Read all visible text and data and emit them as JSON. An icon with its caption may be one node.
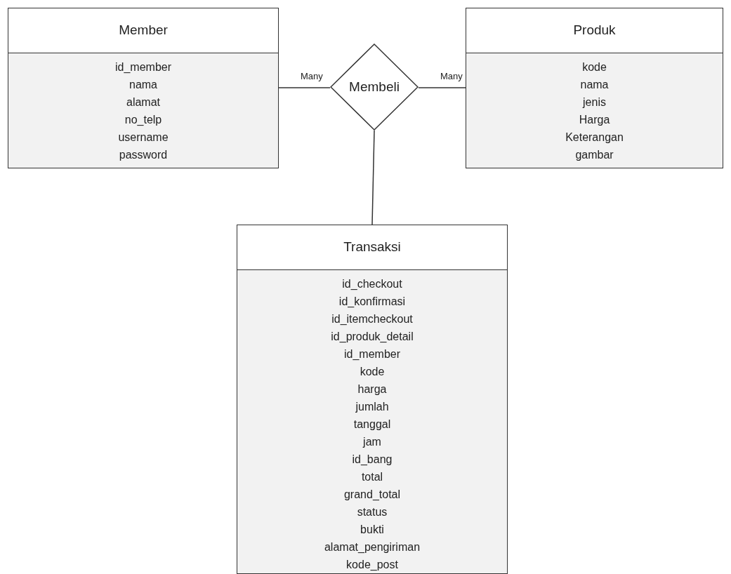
{
  "diagram": {
    "nodes": [
      {
        "text": [
          "Member",
          "id_member",
          "nama",
          "alamat",
          "no_telp",
          "username",
          "password"
        ]
      },
      {
        "text": [
          "Membeli"
        ]
      },
      {
        "text": [
          "Produk",
          "kode",
          "nama",
          "jenis",
          "Harga",
          "Keterangan",
          "gambar"
        ]
      },
      {
        "text": [
          "Transaksi",
          "id_checkout",
          "id_konfirmasi",
          "id_itemcheckout",
          "id_produk_detail",
          "id_member",
          "kode",
          "harga",
          "jumlah",
          "tanggal",
          "jam",
          "id_bang",
          "total",
          "grand_total",
          "status",
          "bukti",
          "alamat_pengiriman",
          "kode_post"
        ]
      }
    ],
    "edges": [
      {
        "from": 0,
        "to": 1,
        "arrow": "none",
        "label": "Many"
      },
      {
        "from": 1,
        "to": 2,
        "arrow": "none",
        "label": "Many"
      },
      {
        "from": 1,
        "to": 3,
        "arrow": "none"
      }
    ]
  }
}
